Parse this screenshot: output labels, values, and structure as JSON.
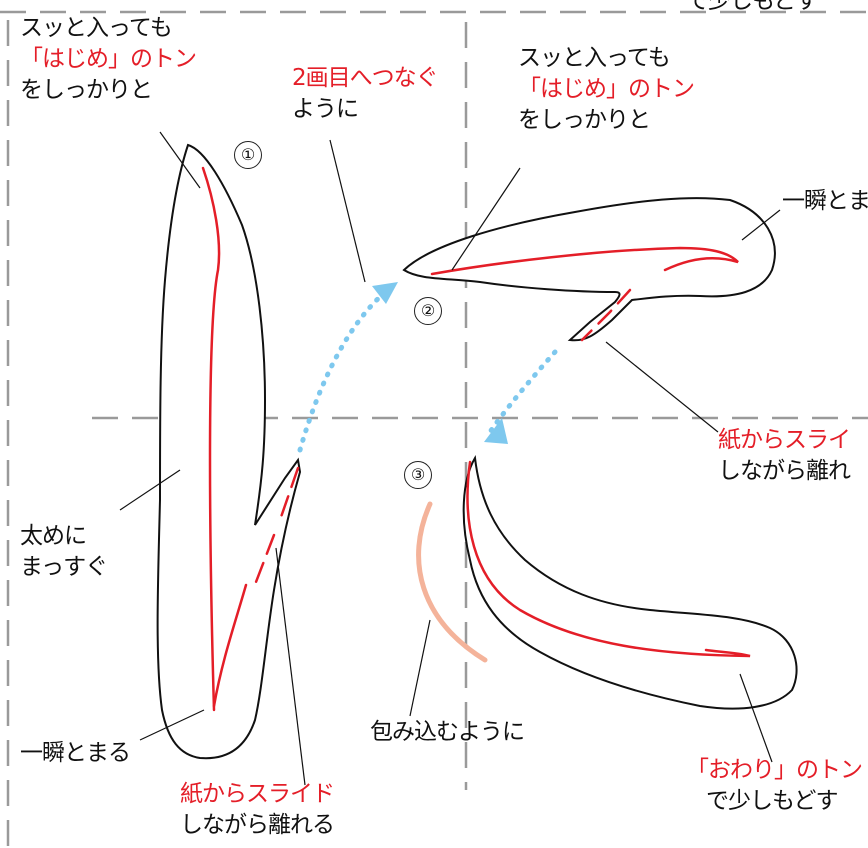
{
  "top_clip": "で少しもどす",
  "step_numbers": [
    "①",
    "②",
    "③"
  ],
  "label_start_left": {
    "line1": "スッと入っても",
    "line2": "「はじめ」のトン",
    "line3": "をしっかりと"
  },
  "label_connect": {
    "line1": "2画目へつなぐ",
    "line2": "ように"
  },
  "label_start_mid": {
    "line1": "スッと入っても",
    "line2": "「はじめ」のトン",
    "line3": "をしっかりと"
  },
  "label_stop_right": {
    "line1": "一瞬とま"
  },
  "label_slide_right": {
    "line1": "紙からスライ",
    "line2": "しながら離れ"
  },
  "label_thick": {
    "line1": "太めに",
    "line2": "まっすぐ"
  },
  "label_stop_left": {
    "line1": "一瞬とまる"
  },
  "label_slide_bottom": {
    "line1": "紙からスライド",
    "line2": "しながら離れる"
  },
  "label_wrap": {
    "line1": "包み込むように"
  },
  "label_end": {
    "line1": "「おわり」のトン",
    "line2": "で少しもどす"
  },
  "colors": {
    "red": "#e41e28",
    "dots": "#7ec8ee",
    "salmon": "#f4b39a",
    "guide": "#9a9a9a",
    "outline": "#111111"
  }
}
